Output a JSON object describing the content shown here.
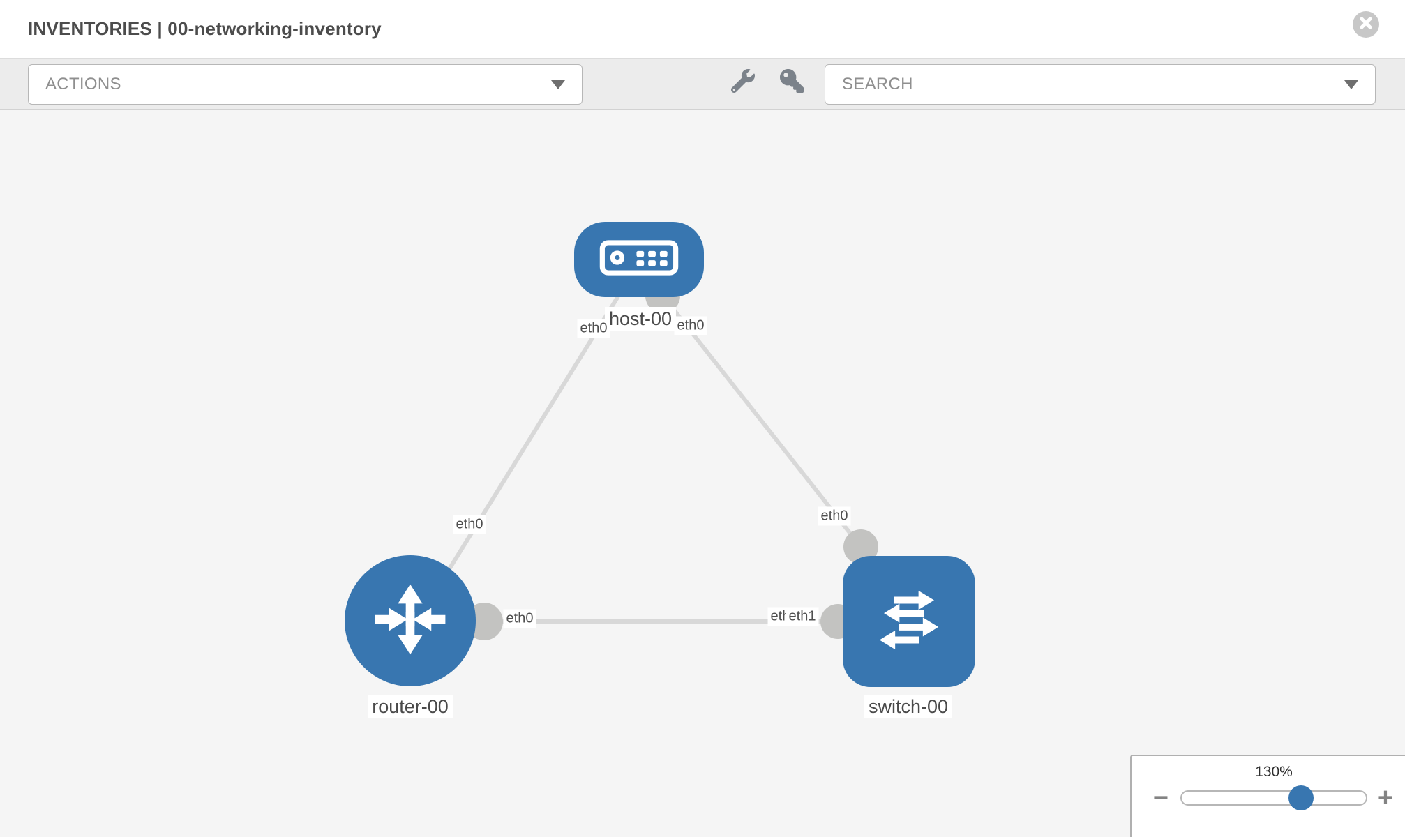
{
  "header": {
    "title": "INVENTORIES | 00-networking-inventory"
  },
  "toolbar": {
    "actions_placeholder": "ACTIONS",
    "search_placeholder": "SEARCH"
  },
  "topology": {
    "nodes": [
      {
        "label": "host-00",
        "type": "host"
      },
      {
        "label": "router-00",
        "type": "router"
      },
      {
        "label": "switch-00",
        "type": "switch"
      }
    ],
    "links": [
      {
        "from": "host-00",
        "to": "router-00",
        "from_iface": "eth0",
        "to_iface": "eth0"
      },
      {
        "from": "host-00",
        "to": "switch-00",
        "from_iface": "eth0",
        "to_iface": "eth0"
      },
      {
        "from": "router-00",
        "to": "switch-00",
        "from_iface": "eth0",
        "to_iface": "eth1",
        "overlapped_iface": "eth0"
      }
    ],
    "colors": {
      "node_fill": "#3876b0",
      "link_stroke": "#d8d8d8",
      "endpoint_fill": "#c3c3c1"
    }
  },
  "zoom_control": {
    "level": "130%",
    "minus_label": "−",
    "plus_label": "+"
  }
}
